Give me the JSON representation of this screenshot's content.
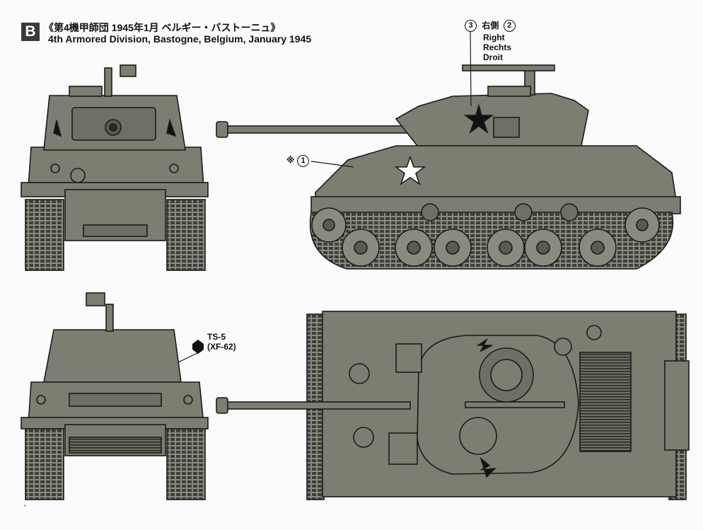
{
  "header": {
    "badge": "B",
    "title_jp": "《第4機甲師団 1945年1月 ベルギー・バストーニュ》",
    "title_en": "4th Armored Division, Bastogne, Belgium, January 1945"
  },
  "callouts": {
    "right_side": {
      "num_left": "3",
      "jp": "右側",
      "num_right": "2",
      "lines": [
        "Right",
        "Rechts",
        "Droit"
      ]
    },
    "marking_one": {
      "prefix": "※",
      "num": "1"
    },
    "paint": {
      "code": "TS-5",
      "sub": "(XF-62)"
    }
  },
  "colors": {
    "paint_olive": "#7d7d72",
    "paint_dark": "#5f5f56",
    "outline": "#1b1b1b",
    "star_white": "#ffffff",
    "star_black": "#111111"
  },
  "footer": {
    "tiny": "*"
  }
}
